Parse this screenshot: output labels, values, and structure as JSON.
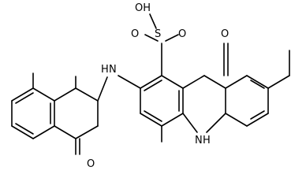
{
  "structure": {
    "atom_labels": {
      "sulfonic_oh": "OH",
      "sulfonic_s": "S",
      "sulfonic_o_left": "O",
      "sulfonic_o_right": "O",
      "nh_upper": "H",
      "nh_upper_n": "N",
      "nh_lower": "N",
      "nh_lower_h": "H",
      "carbonyl_o_top": "O",
      "carbonyl_o_bottom": "O"
    }
  }
}
